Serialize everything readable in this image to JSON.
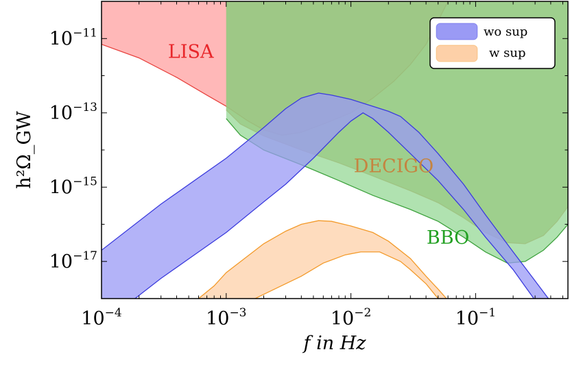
{
  "chart_data": {
    "type": "area",
    "title": "",
    "xlabel": "f in Hz",
    "ylabel": "h²Ω_GW",
    "xscale": "log",
    "yscale": "log",
    "xlim": [
      0.0001,
      0.55
    ],
    "ylim": [
      1e-18,
      1e-10
    ],
    "grid": false,
    "legend_position": "top-right",
    "x_ticks": [
      {
        "base": "10",
        "exp": "−4",
        "value": 0.0001
      },
      {
        "base": "10",
        "exp": "−3",
        "value": 0.001
      },
      {
        "base": "10",
        "exp": "−2",
        "value": 0.01
      },
      {
        "base": "10",
        "exp": "−1",
        "value": 0.1
      }
    ],
    "y_ticks": [
      {
        "base": "10",
        "exp": "−11",
        "value": 1e-11
      },
      {
        "base": "10",
        "exp": "−13",
        "value": 1e-13
      },
      {
        "base": "10",
        "exp": "−15",
        "value": 1e-15
      },
      {
        "base": "10",
        "exp": "−17",
        "value": 1e-17
      }
    ],
    "regions": [
      {
        "name": "LISA",
        "color": "#e8433f",
        "fill": "#ff9a9a",
        "label_color": "#e8262a",
        "label_at": [
          0.00052,
          3e-12
        ],
        "boundary": [
          [
            0.0001,
            7e-12
          ],
          [
            0.0002,
            3e-12
          ],
          [
            0.0004,
            9e-13
          ],
          [
            0.0007,
            3e-13
          ],
          [
            0.001,
            1.5e-13
          ],
          [
            0.0015,
            6e-14
          ],
          [
            0.002,
            3.5e-14
          ],
          [
            0.0028,
            2.5e-14
          ],
          [
            0.004,
            3e-14
          ],
          [
            0.006,
            5e-14
          ],
          [
            0.01,
            1e-13
          ],
          [
            0.015,
            2.5e-13
          ],
          [
            0.022,
            7e-13
          ],
          [
            0.03,
            2e-12
          ],
          [
            0.04,
            7e-12
          ],
          [
            0.05,
            3e-11
          ],
          [
            0.06,
            1e-10
          ]
        ]
      },
      {
        "name": "DECIGO",
        "color": "#c7996a",
        "fill": "#a7a357",
        "label_color": "#c58440",
        "label_at": [
          0.022,
          2.5e-15
        ],
        "boundary": [
          [
            0.001,
            1.2e-13
          ],
          [
            0.0013,
            5e-14
          ],
          [
            0.002,
            2.4e-14
          ],
          [
            0.004,
            1e-14
          ],
          [
            0.008,
            4.5e-15
          ],
          [
            0.015,
            2e-15
          ],
          [
            0.03,
            8e-16
          ],
          [
            0.05,
            3.8e-16
          ],
          [
            0.08,
            1.5e-16
          ],
          [
            0.12,
            6e-17
          ],
          [
            0.18,
            3.2e-17
          ],
          [
            0.25,
            3e-17
          ],
          [
            0.35,
            5e-17
          ],
          [
            0.45,
            1.2e-16
          ],
          [
            0.55,
            3e-16
          ]
        ]
      },
      {
        "name": "BBO",
        "color": "#3ea23e",
        "fill": "#8fd68f",
        "label_color": "#22a022",
        "label_at": [
          0.06,
          3e-17
        ],
        "boundary": [
          [
            0.001,
            7e-14
          ],
          [
            0.0013,
            2.5e-14
          ],
          [
            0.002,
            1e-14
          ],
          [
            0.004,
            4e-15
          ],
          [
            0.008,
            1.5e-15
          ],
          [
            0.015,
            6e-16
          ],
          [
            0.03,
            2.5e-16
          ],
          [
            0.05,
            1.2e-16
          ],
          [
            0.08,
            4.5e-17
          ],
          [
            0.12,
            1.8e-17
          ],
          [
            0.18,
            9e-18
          ],
          [
            0.25,
            1e-17
          ],
          [
            0.35,
            2e-17
          ],
          [
            0.45,
            4.5e-17
          ],
          [
            0.55,
            1e-16
          ]
        ]
      }
    ],
    "series": [
      {
        "name": "wo sup",
        "color": "#3b3bdd",
        "fill": "#9a9af5",
        "upper": [
          [
            0.0001,
            2e-17
          ],
          [
            0.0003,
            3.5e-16
          ],
          [
            0.001,
            6e-15
          ],
          [
            0.002,
            4e-14
          ],
          [
            0.003,
            1.3e-13
          ],
          [
            0.004,
            2.5e-13
          ],
          [
            0.0055,
            3.4e-13
          ],
          [
            0.007,
            3e-13
          ],
          [
            0.01,
            2.3e-13
          ],
          [
            0.015,
            1.5e-13
          ],
          [
            0.02,
            1.1e-13
          ],
          [
            0.025,
            8e-14
          ],
          [
            0.035,
            3e-14
          ],
          [
            0.05,
            8e-15
          ],
          [
            0.08,
            1.2e-15
          ],
          [
            0.12,
            1.8e-16
          ],
          [
            0.2,
            1.8e-17
          ],
          [
            0.3,
            3e-18
          ],
          [
            0.55,
            2e-19
          ]
        ],
        "lower": [
          [
            0.0001,
            2e-19
          ],
          [
            0.0003,
            3.5e-18
          ],
          [
            0.001,
            6e-17
          ],
          [
            0.002,
            4e-16
          ],
          [
            0.003,
            1.2e-15
          ],
          [
            0.005,
            6e-15
          ],
          [
            0.008,
            3e-14
          ],
          [
            0.01,
            6e-14
          ],
          [
            0.0125,
            1e-13
          ],
          [
            0.015,
            7e-14
          ],
          [
            0.02,
            3e-14
          ],
          [
            0.03,
            8e-15
          ],
          [
            0.05,
            1.5e-15
          ],
          [
            0.08,
            2.5e-16
          ],
          [
            0.12,
            4.5e-17
          ],
          [
            0.2,
            6e-18
          ],
          [
            0.3,
            9e-19
          ],
          [
            0.55,
            6e-20
          ]
        ]
      },
      {
        "name": "w sup",
        "color": "#f39a2a",
        "fill": "#fdd0a8",
        "upper": [
          [
            0.0006,
            1e-18
          ],
          [
            0.0008,
            2.2e-18
          ],
          [
            0.001,
            5e-18
          ],
          [
            0.002,
            3e-17
          ],
          [
            0.003,
            6.5e-17
          ],
          [
            0.004,
            1e-16
          ],
          [
            0.0055,
            1.25e-16
          ],
          [
            0.007,
            1.2e-16
          ],
          [
            0.01,
            9e-17
          ],
          [
            0.015,
            6e-17
          ],
          [
            0.02,
            3.5e-17
          ],
          [
            0.03,
            1.2e-17
          ],
          [
            0.04,
            4e-18
          ],
          [
            0.05,
            1.8e-18
          ],
          [
            0.06,
            9e-19
          ]
        ],
        "lower": [
          [
            0.0016,
            9e-19
          ],
          [
            0.002,
            1.3e-18
          ],
          [
            0.004,
            4e-18
          ],
          [
            0.006,
            9e-18
          ],
          [
            0.009,
            1.5e-17
          ],
          [
            0.012,
            1.8e-17
          ],
          [
            0.017,
            1.8e-17
          ],
          [
            0.02,
            1.4e-17
          ],
          [
            0.025,
            1e-17
          ],
          [
            0.03,
            6e-18
          ],
          [
            0.04,
            2.5e-18
          ],
          [
            0.05,
            1e-18
          ],
          [
            0.06,
            5e-19
          ]
        ]
      }
    ]
  }
}
